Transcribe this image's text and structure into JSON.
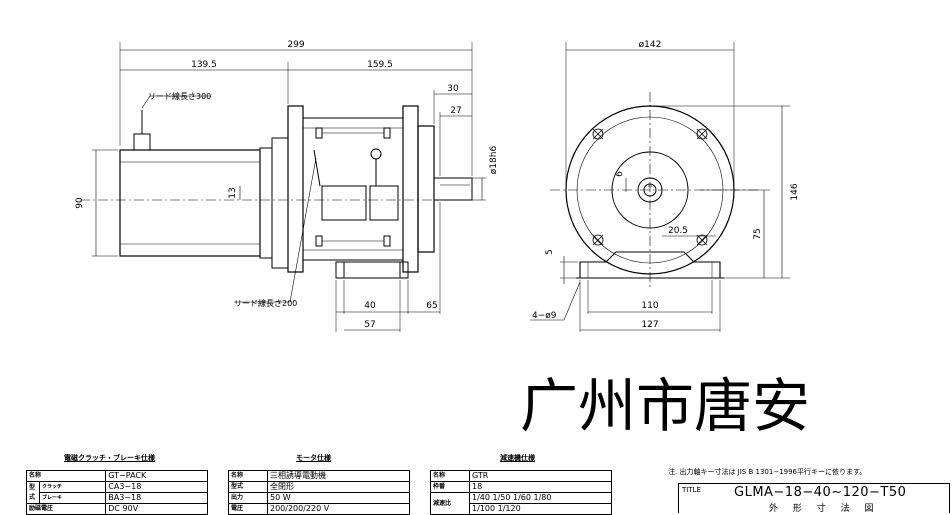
{
  "dimensions": {
    "overall_length": "299",
    "left_length": "139.5",
    "right_length": "159.5",
    "shaft_length": "30",
    "key_length": "27",
    "shaft_dia": "ø18h6",
    "body_height": "90",
    "offset_13": "13",
    "foot_40": "40",
    "foot_65": "65",
    "foot_57": "57",
    "flange_dia": "ø142",
    "total_height": "146",
    "center_height": "75",
    "key_width": "6",
    "key_depth": "20.5",
    "foot_thickness": "5",
    "foot_110": "110",
    "foot_127": "127",
    "hole_callout": "4−ø9",
    "lead_300": "リード線長さ300",
    "lead_200": "リード線長さ200"
  },
  "watermark": "广州市唐安",
  "brake_table": {
    "title": "電磁クラッチ・ブレーキ仕様",
    "name_label": "名称",
    "name_value": "GT−PACK",
    "type_label": "型",
    "type_label2": "式",
    "clutch_label": "クラッチ",
    "clutch_value": "CA3−18",
    "brake_label": "ブレーキ",
    "brake_value": "BA3−18",
    "voltage_label": "励磁電圧",
    "voltage_value": "DC 90V"
  },
  "motor_table": {
    "title": "モータ仕様",
    "rows": [
      {
        "label": "名称",
        "value": "三相誘導電動機"
      },
      {
        "label": "型式",
        "value": "全閉形"
      },
      {
        "label": "出力",
        "value": "50 W"
      },
      {
        "label": "電圧",
        "value": "200/200/220 V"
      }
    ]
  },
  "reducer_table": {
    "title": "減速機仕様",
    "name_label": "名称",
    "name_value": "GTR",
    "frame_label": "枠番",
    "frame_value": "18",
    "ratio_label": "減速比",
    "ratio_line1": "1/40 1/50 1/60 1/80",
    "ratio_line2": "1/100 1/120"
  },
  "note": "注. 出力軸キー寸法は JIS B 1301−1996平行キーに依ります。",
  "title_block": {
    "label": "TITLE",
    "model": "GLMA−18−40∼120−T50",
    "drawing_name": "外 形 寸 法 図"
  }
}
